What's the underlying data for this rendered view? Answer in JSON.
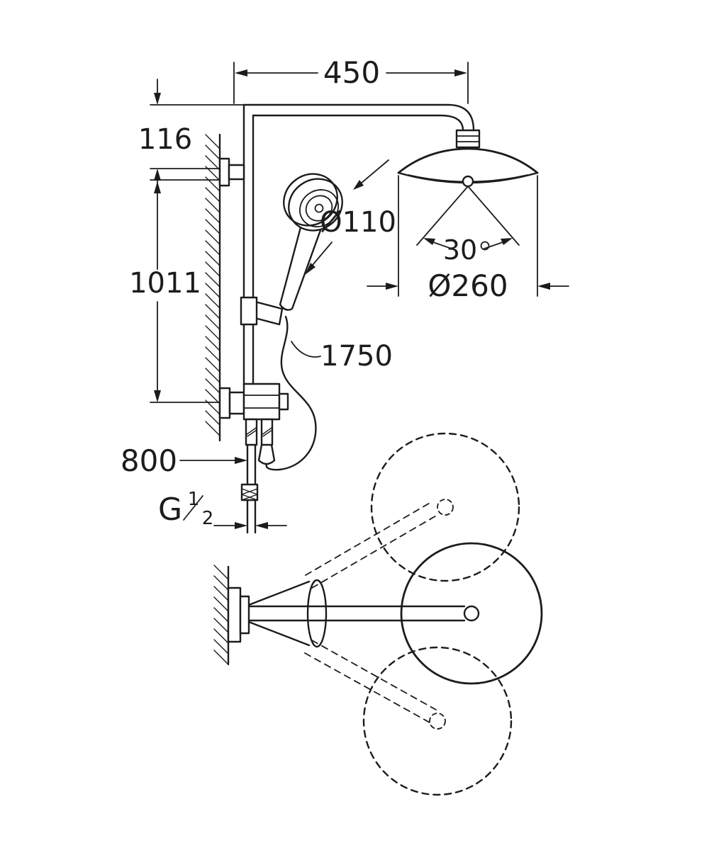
{
  "drawing": {
    "labels": {
      "width_450": "450",
      "height_116": "116",
      "height_1011": "1011",
      "hose_1750": "1750",
      "height_800": "800",
      "thread_letter": "G",
      "thread_numerator": "1",
      "thread_denominator": "2",
      "handshower_diameter": "Ø110",
      "angle_degrees": "30",
      "headshower_diameter": "Ø260"
    },
    "colors": {
      "line": "#1c1c1c",
      "background": "#ffffff"
    }
  }
}
